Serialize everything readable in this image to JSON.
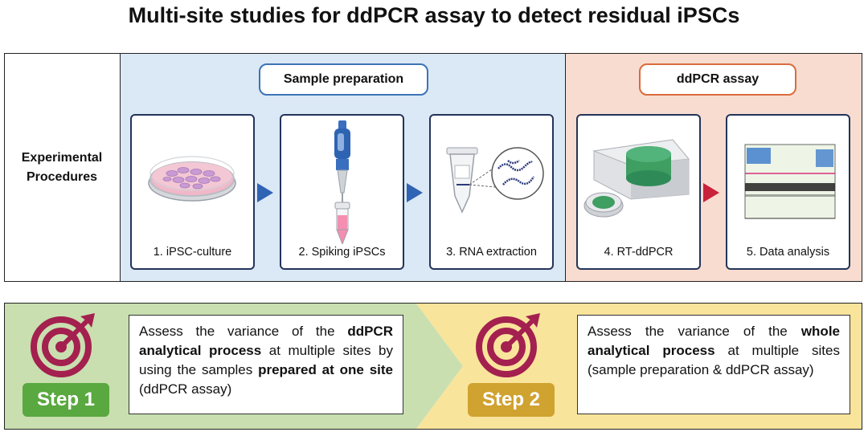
{
  "title": "Multi-site studies for ddPCR assay to detect residual iPSCs",
  "row_label": {
    "line1": "Experimental",
    "line2": "Procedures"
  },
  "sections": {
    "sample_preparation": "Sample preparation",
    "ddpcr_assay": "ddPCR assay"
  },
  "steps": [
    {
      "label": "1. iPSC-culture",
      "icon": "petri-dish-icon"
    },
    {
      "label": "2. Spiking iPSCs",
      "icon": "pipette-tube-icon"
    },
    {
      "label": "3. RNA extraction",
      "icon": "rna-tube-icon"
    },
    {
      "label": "4. RT-ddPCR",
      "icon": "ddpcr-machine-icon"
    },
    {
      "label": "5. Data analysis",
      "icon": "scatter-plot-icon"
    }
  ],
  "colors": {
    "sample_bg": "#dbe8f5",
    "ddpcr_bg": "#f8dcd0",
    "step1_bg": "#c9dfb0",
    "step2_bg": "#f9e49c",
    "step1_badge": "#5aa840",
    "step2_badge": "#d0a230",
    "target_icon": "#a3204f",
    "arrow_blue": "#2f63b4",
    "arrow_red": "#c8233b"
  },
  "bottom": {
    "step1": {
      "badge": "Step 1",
      "icon": "target-icon",
      "text_1": "Assess the variance of the ",
      "bold_1": "ddPCR analytical process",
      "text_2": " at multiple sites by using the samples ",
      "bold_2": "prepared at one site",
      "text_3": " (ddPCR assay)"
    },
    "step2": {
      "badge": "Step 2",
      "icon": "target-icon",
      "text_1": "Assess the variance of the ",
      "bold_1": "whole analytical process",
      "text_2": " at multiple sites (sample preparation & ddPCR assay)"
    }
  }
}
